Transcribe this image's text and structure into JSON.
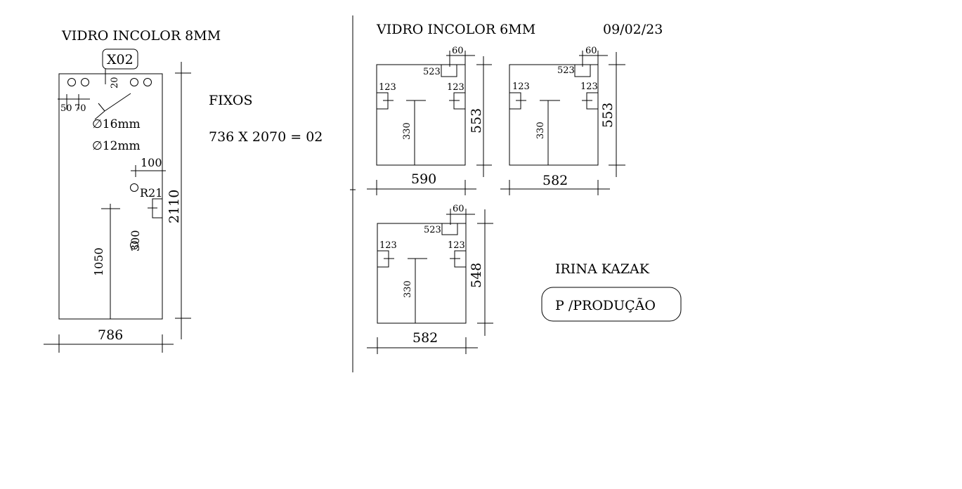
{
  "left": {
    "title": "VIDRO INCOLOR 8MM",
    "tag": "X02",
    "dim_20": "20",
    "dim_50": "50",
    "dim_70": "70",
    "hole_16": "∅16mm",
    "hole_12": "∅12mm",
    "dim_100": "100",
    "radius": "R21",
    "dim_300": "300",
    "dim_1050": "1050",
    "height": "2110",
    "width": "786"
  },
  "fixos": {
    "label": "FIXOS",
    "spec": "736 X 2070 = 02"
  },
  "right": {
    "title": "VIDRO INCOLOR 6MM",
    "date": "09/02/23",
    "pieces": [
      {
        "d60": "60",
        "d523": "523",
        "d123a": "123",
        "d123b": "123",
        "d330": "330",
        "height": "553",
        "width": "590"
      },
      {
        "d60": "60",
        "d523": "523",
        "d123a": "123",
        "d123b": "123",
        "d330": "330",
        "height": "553",
        "width": "582"
      },
      {
        "d60": "60",
        "d523": "523",
        "d123a": "123",
        "d123b": "123",
        "d330": "330",
        "height": "548",
        "width": "582"
      }
    ]
  },
  "client": "IRINA KAZAK",
  "stamp": "P /PRODUÇÃO"
}
